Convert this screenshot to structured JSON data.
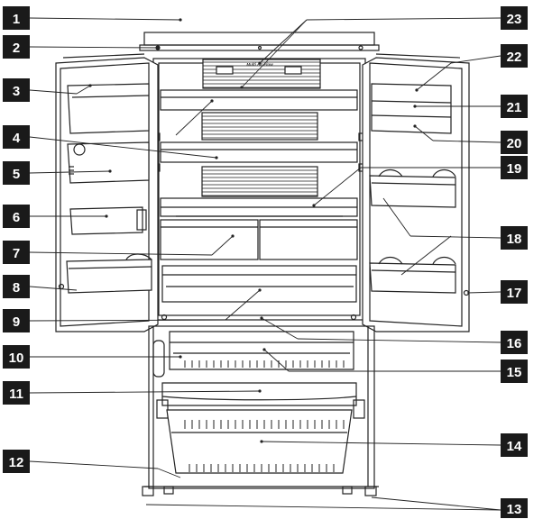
{
  "diagram": {
    "vent_label": "Multi Air Flow",
    "callouts": [
      {
        "num": "1"
      },
      {
        "num": "2"
      },
      {
        "num": "3"
      },
      {
        "num": "4"
      },
      {
        "num": "5"
      },
      {
        "num": "6"
      },
      {
        "num": "7"
      },
      {
        "num": "8"
      },
      {
        "num": "9"
      },
      {
        "num": "10"
      },
      {
        "num": "11"
      },
      {
        "num": "12"
      },
      {
        "num": "13"
      },
      {
        "num": "14"
      },
      {
        "num": "15"
      },
      {
        "num": "16"
      },
      {
        "num": "17"
      },
      {
        "num": "18"
      },
      {
        "num": "19"
      },
      {
        "num": "20"
      },
      {
        "num": "21"
      },
      {
        "num": "22"
      },
      {
        "num": "23"
      }
    ]
  }
}
